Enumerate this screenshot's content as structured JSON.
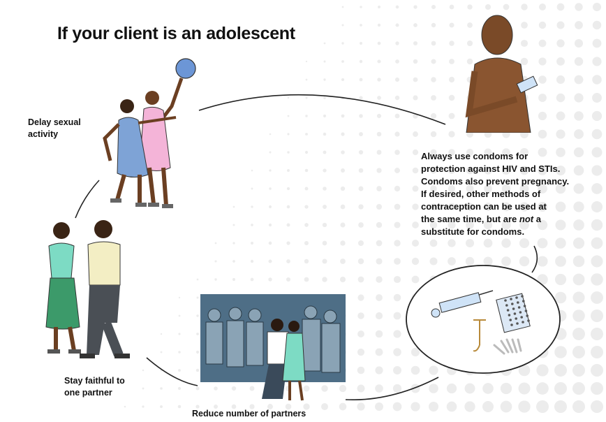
{
  "title": "If your client is an adolescent",
  "labels": {
    "delay": [
      "Delay sexual",
      "activity"
    ],
    "condoms": [
      "Always use condoms for",
      "protection against HIV and STIs.",
      "Condoms also prevent pregnancy.",
      "If desired, other methods of",
      "contraception can be used at",
      "the same time, but are ",
      "not",
      " a",
      "substitute for condoms."
    ],
    "faithful": [
      "Stay faithful to",
      "one partner"
    ],
    "reduce": "Reduce number of partners"
  },
  "colors": {
    "dots": "#ededed",
    "skin": "#6b3f22",
    "blue_dress": "#7ea3d6",
    "pink_dress": "#f4b4d8",
    "green_skirt": "#3c9a6a",
    "scene_bg": "#4e6e86"
  }
}
